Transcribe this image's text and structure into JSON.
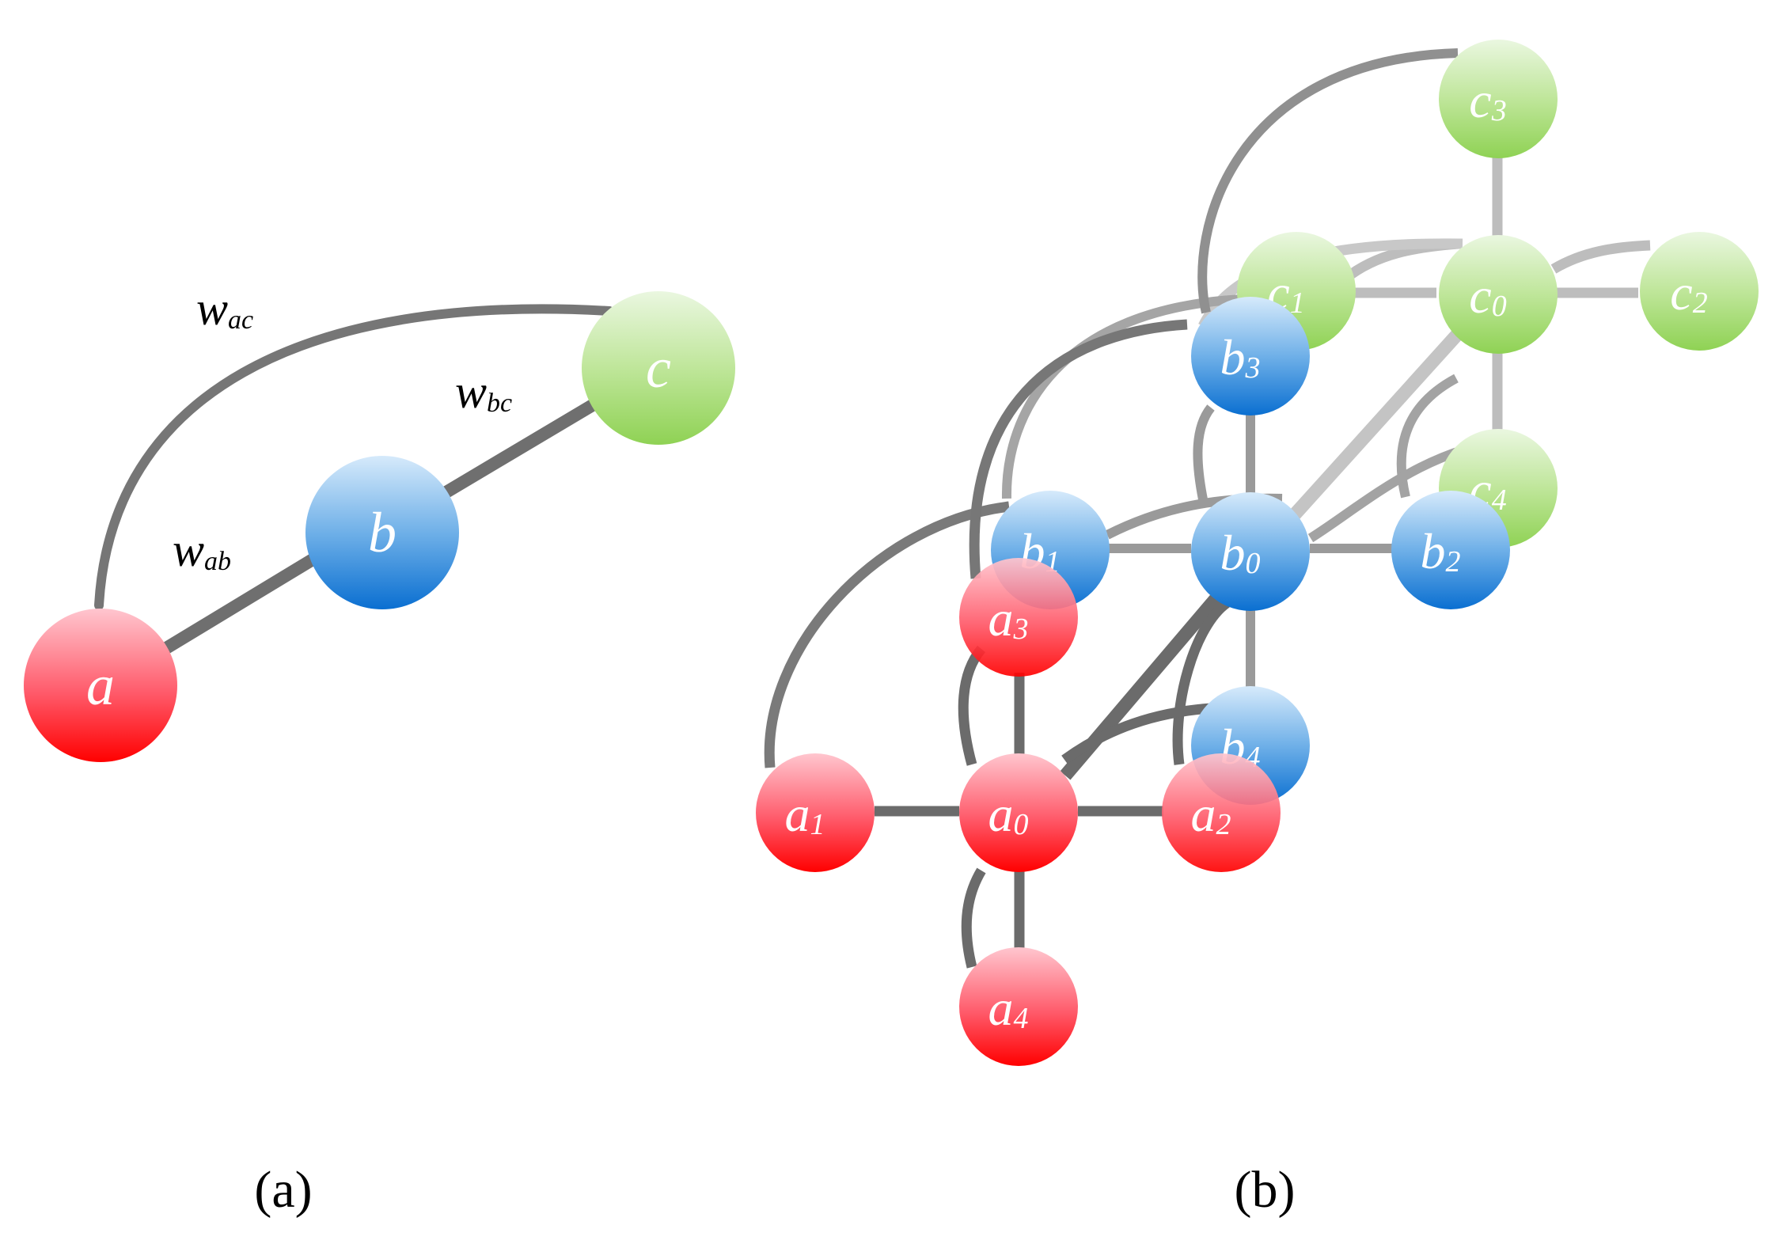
{
  "colors": {
    "red_top": "#ffc6cf",
    "red_bottom": "#ff0000",
    "blue_top": "#d6eafb",
    "blue_bottom": "#0a6fd1",
    "green_top": "#eaf7e0",
    "green_bottom": "#8fd254",
    "edge_dark": "#6f6f6f",
    "edge_mid": "#8f8f8f",
    "edge_light": "#bdbdbd"
  },
  "panel_a": {
    "caption": "(a)",
    "nodes": {
      "a": "a",
      "b": "b",
      "c": "c"
    },
    "weights": {
      "ac": {
        "main": "w",
        "sub": "ac"
      },
      "bc": {
        "main": "w",
        "sub": "bc"
      },
      "ab": {
        "main": "w",
        "sub": "ab"
      }
    }
  },
  "panel_b": {
    "caption": "(b)",
    "nodes": {
      "a0": {
        "main": "a",
        "sub": "0"
      },
      "a1": {
        "main": "a",
        "sub": "1"
      },
      "a2": {
        "main": "a",
        "sub": "2"
      },
      "a3": {
        "main": "a",
        "sub": "3"
      },
      "a4": {
        "main": "a",
        "sub": "4"
      },
      "b0": {
        "main": "b",
        "sub": "0"
      },
      "b1": {
        "main": "b",
        "sub": "1"
      },
      "b2": {
        "main": "b",
        "sub": "2"
      },
      "b3": {
        "main": "b",
        "sub": "3"
      },
      "b4": {
        "main": "b",
        "sub": "4"
      },
      "c0": {
        "main": "c",
        "sub": "0"
      },
      "c1": {
        "main": "c",
        "sub": "1"
      },
      "c2": {
        "main": "c",
        "sub": "2"
      },
      "c3": {
        "main": "c",
        "sub": "3"
      },
      "c4": {
        "main": "c",
        "sub": "4"
      }
    }
  }
}
